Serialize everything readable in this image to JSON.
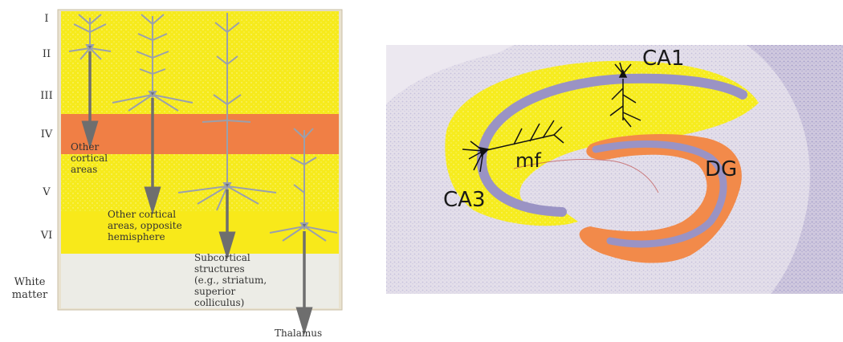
{
  "cortex": {
    "layers": [
      "I",
      "II",
      "III",
      "IV",
      "V",
      "VI"
    ],
    "white_matter": "White\nmatter",
    "colors": {
      "yellow": "#f6ea1c",
      "orange": "#f07f45",
      "white_matter": "#ecece6",
      "neuron": "#9aa0ad",
      "arrow": "#6e6e6e"
    },
    "projections": {
      "other_cortical": "Other\ncortical\nareas",
      "opposite_hemisphere": "Other cortical\nareas, opposite\nhemisphere",
      "subcortical": "Subcortical\nstructures\n(e.g., striatum,\nsuperior\ncolliculus)",
      "thalamus": "Thalamus"
    }
  },
  "hippocampus": {
    "labels": {
      "ca1": "CA1",
      "ca3": "CA3",
      "mf": "mf",
      "dg": "DG"
    },
    "colors": {
      "tissue": "#e4dfea",
      "cell_layer": "#9a93c4",
      "yellow": "#f6ec1e",
      "orange": "#f28a4a"
    }
  }
}
